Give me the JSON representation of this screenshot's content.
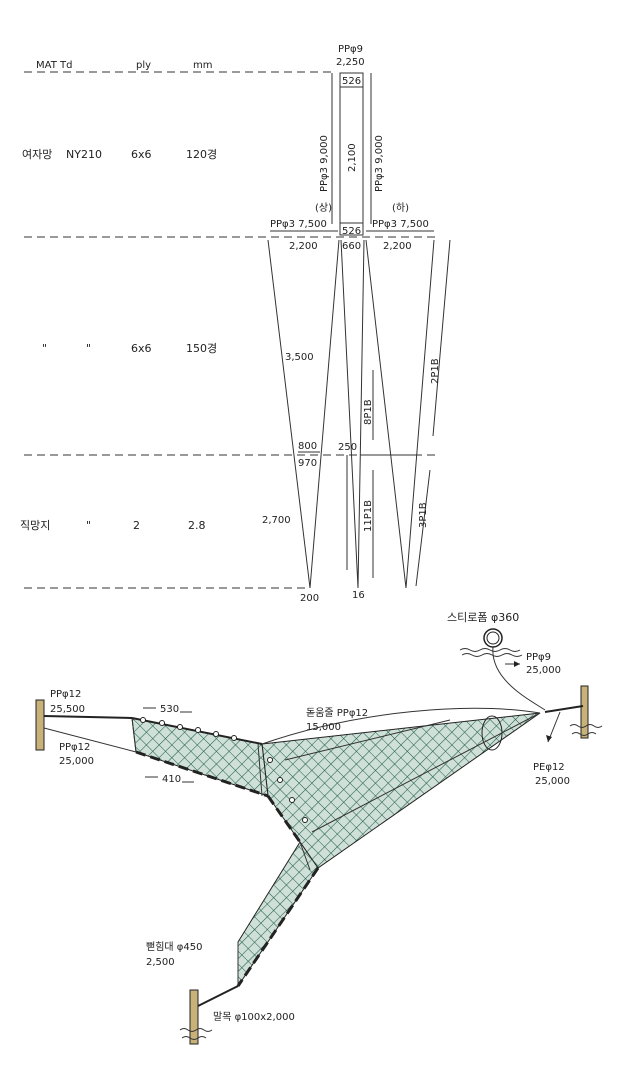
{
  "table": {
    "headers": {
      "mat": "MAT",
      "td": "Td",
      "ply": "ply",
      "mm": "mm"
    },
    "rows": [
      {
        "mat": "여자망",
        "td": "NY210",
        "ply": "6x6",
        "mm": "120경"
      },
      {
        "mat": "\"",
        "td": "\"",
        "ply": "6x6",
        "mm": "150경"
      },
      {
        "mat": "직망지",
        "td": "\"",
        "ply": "2",
        "mm": "2.8"
      }
    ]
  },
  "spec": {
    "top_rope": "PPφ9",
    "top_rope_len": "2,250",
    "top_width": "526",
    "left_rope": "PPφ3  9,000",
    "right_rope": "PPφ3  9,000",
    "center_len": "2,100",
    "upper_label": "(상)",
    "lower_label": "(하)",
    "left_rope_b": "PPφ3 7,500",
    "right_rope_b": "PPφ3 7,500",
    "mid_width_b": "526",
    "left_width": "2,200",
    "center_width": "660",
    "right_width": "2,200",
    "left_len1": "3,500",
    "center_mark1": "8P1B",
    "right_mark1": "2P1B",
    "left_w2": "800",
    "left_w2b": "970",
    "center_w2": "250",
    "left_len2": "2,700",
    "center_mark2": "11P1B",
    "right_mark2": "3P1B",
    "left_bottom": "200",
    "center_bottom": "16"
  },
  "drawing": {
    "float_label": "스티로폼 φ360",
    "float_rope": "PPφ9",
    "float_rope_len": "25,000",
    "left_top_rope": "PPφ12",
    "left_top_rope_len": "25,500",
    "left_bot_rope": "PPφ12",
    "left_bot_rope_len": "25,000",
    "dim_530": "530",
    "dim_410": "410",
    "middle_rope": "돋움줄 PPφ12",
    "middle_rope_len": "15,000",
    "right_rope": "PEφ12",
    "right_rope_len": "25,000",
    "spreader": "뻗힘대 φ450",
    "spreader_len": "2,500",
    "stake": "말목 φ100x2,000"
  }
}
